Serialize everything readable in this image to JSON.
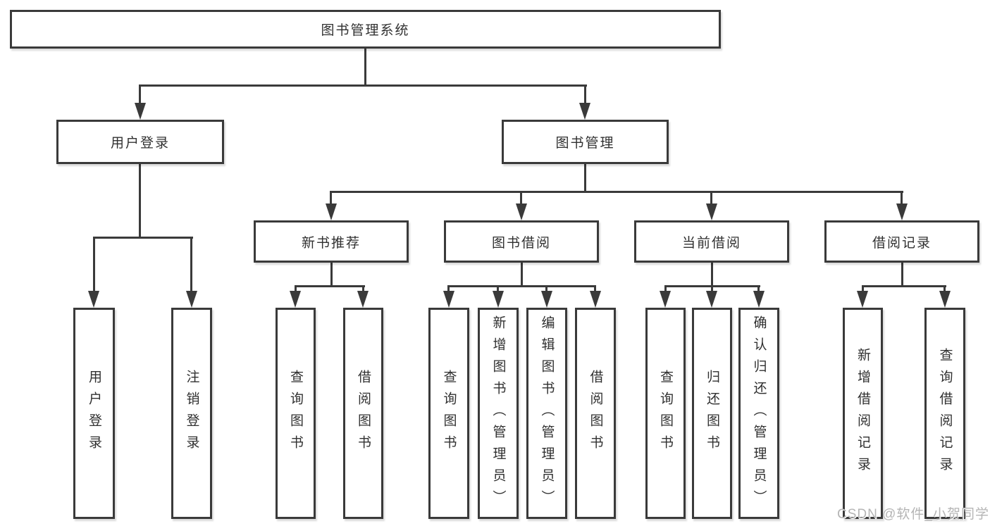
{
  "root": {
    "label": "图书管理系统",
    "children": [
      {
        "label": "用户登录",
        "children": [
          {
            "label": "用户登录"
          },
          {
            "label": "注销登录"
          }
        ]
      },
      {
        "label": "图书管理",
        "children": [
          {
            "label": "新书推荐",
            "children": [
              {
                "label": "查询图书"
              },
              {
                "label": "借阅图书"
              }
            ]
          },
          {
            "label": "图书借阅",
            "children": [
              {
                "label": "查询图书"
              },
              {
                "label": "新增图书（管理员）"
              },
              {
                "label": "编辑图书（管理员）"
              },
              {
                "label": "借阅图书"
              }
            ]
          },
          {
            "label": "当前借阅",
            "children": [
              {
                "label": "查询图书"
              },
              {
                "label": "归还图书"
              },
              {
                "label": "确认归还（管理员）"
              }
            ]
          },
          {
            "label": "借阅记录",
            "children": [
              {
                "label": "新增借阅记录"
              },
              {
                "label": "查询借阅记录"
              }
            ]
          }
        ]
      }
    ]
  },
  "watermark": "CSDN @软件_小贺同学",
  "colors": {
    "line": "#3a3a3a",
    "background": "#ffffff",
    "watermark": "#b5b5b5"
  }
}
